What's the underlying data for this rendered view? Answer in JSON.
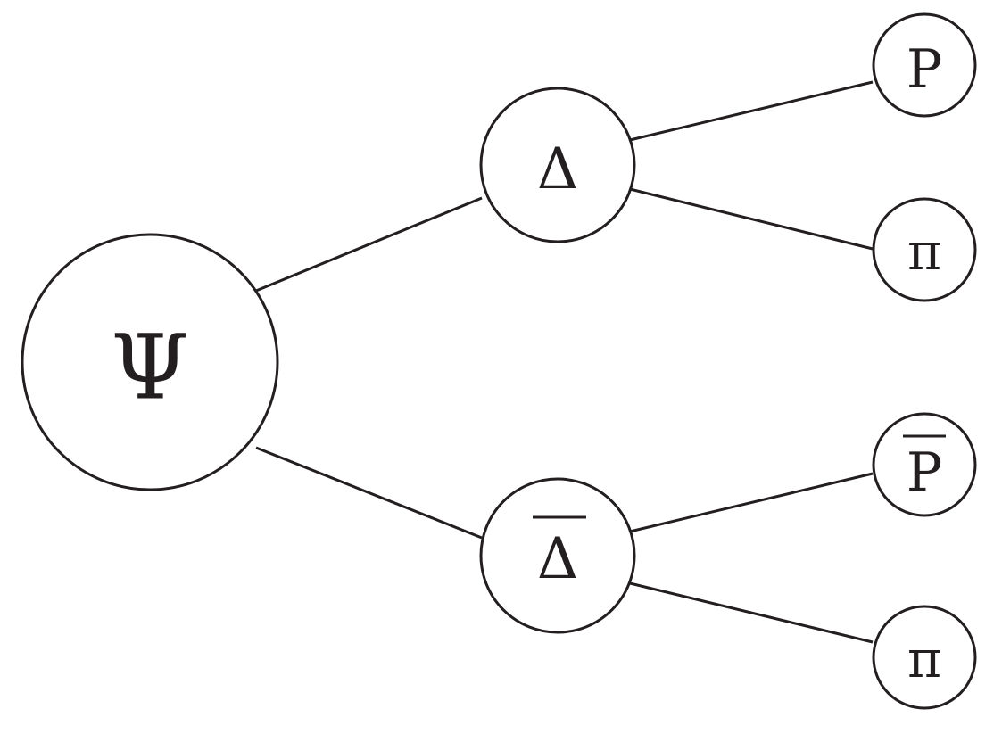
{
  "diagram": {
    "nodes": {
      "root": {
        "label": "Ψ"
      },
      "upper_mid": {
        "label": "Δ"
      },
      "lower_mid": {
        "label": "Δ",
        "overline": true
      },
      "upper_top": {
        "label": "P"
      },
      "upper_bottom": {
        "label": "π"
      },
      "lower_top": {
        "label": "P",
        "overline": true
      },
      "lower_bottom": {
        "label": "π"
      }
    },
    "edges": [
      [
        "root",
        "upper_mid"
      ],
      [
        "root",
        "lower_mid"
      ],
      [
        "upper_mid",
        "upper_top"
      ],
      [
        "upper_mid",
        "upper_bottom"
      ],
      [
        "lower_mid",
        "lower_top"
      ],
      [
        "lower_mid",
        "lower_bottom"
      ]
    ],
    "colors": {
      "stroke": "#231f20",
      "fill": "#ffffff",
      "text": "#231f20"
    }
  }
}
